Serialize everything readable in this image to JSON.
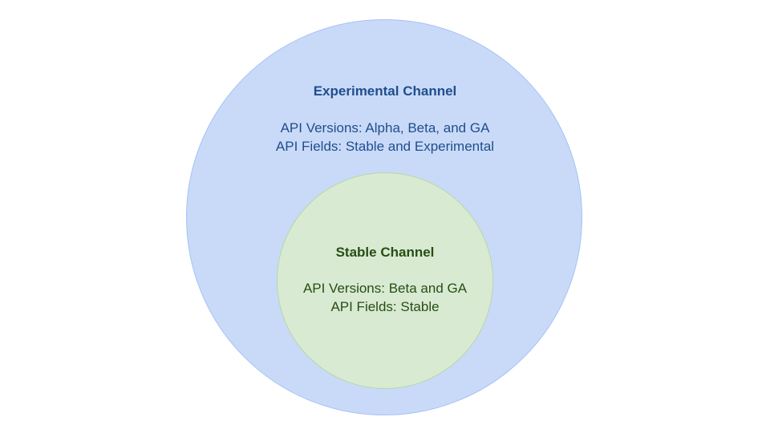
{
  "experimental_channel": {
    "title": "Experimental Channel",
    "api_versions": "API Versions: Alpha, Beta, and GA",
    "api_fields": "API Fields: Stable and Experimental",
    "fill_color": "#c9daf8",
    "text_color": "#1f4e8c"
  },
  "stable_channel": {
    "title": "Stable Channel",
    "api_versions": "API Versions: Beta and GA",
    "api_fields": "API Fields: Stable",
    "fill_color": "#d9ead3",
    "text_color": "#274e13"
  }
}
